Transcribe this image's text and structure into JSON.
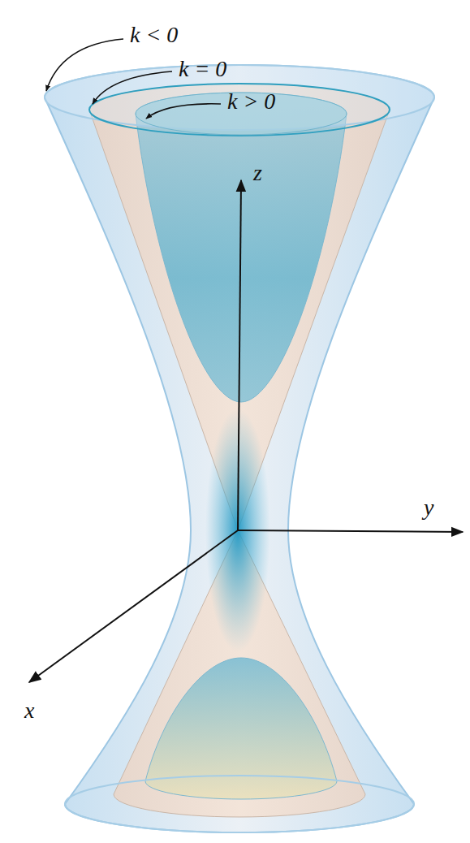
{
  "diagram": {
    "labels": [
      "k < 0",
      "k = 0",
      "k > 0",
      "z",
      "y",
      "x"
    ]
  }
}
